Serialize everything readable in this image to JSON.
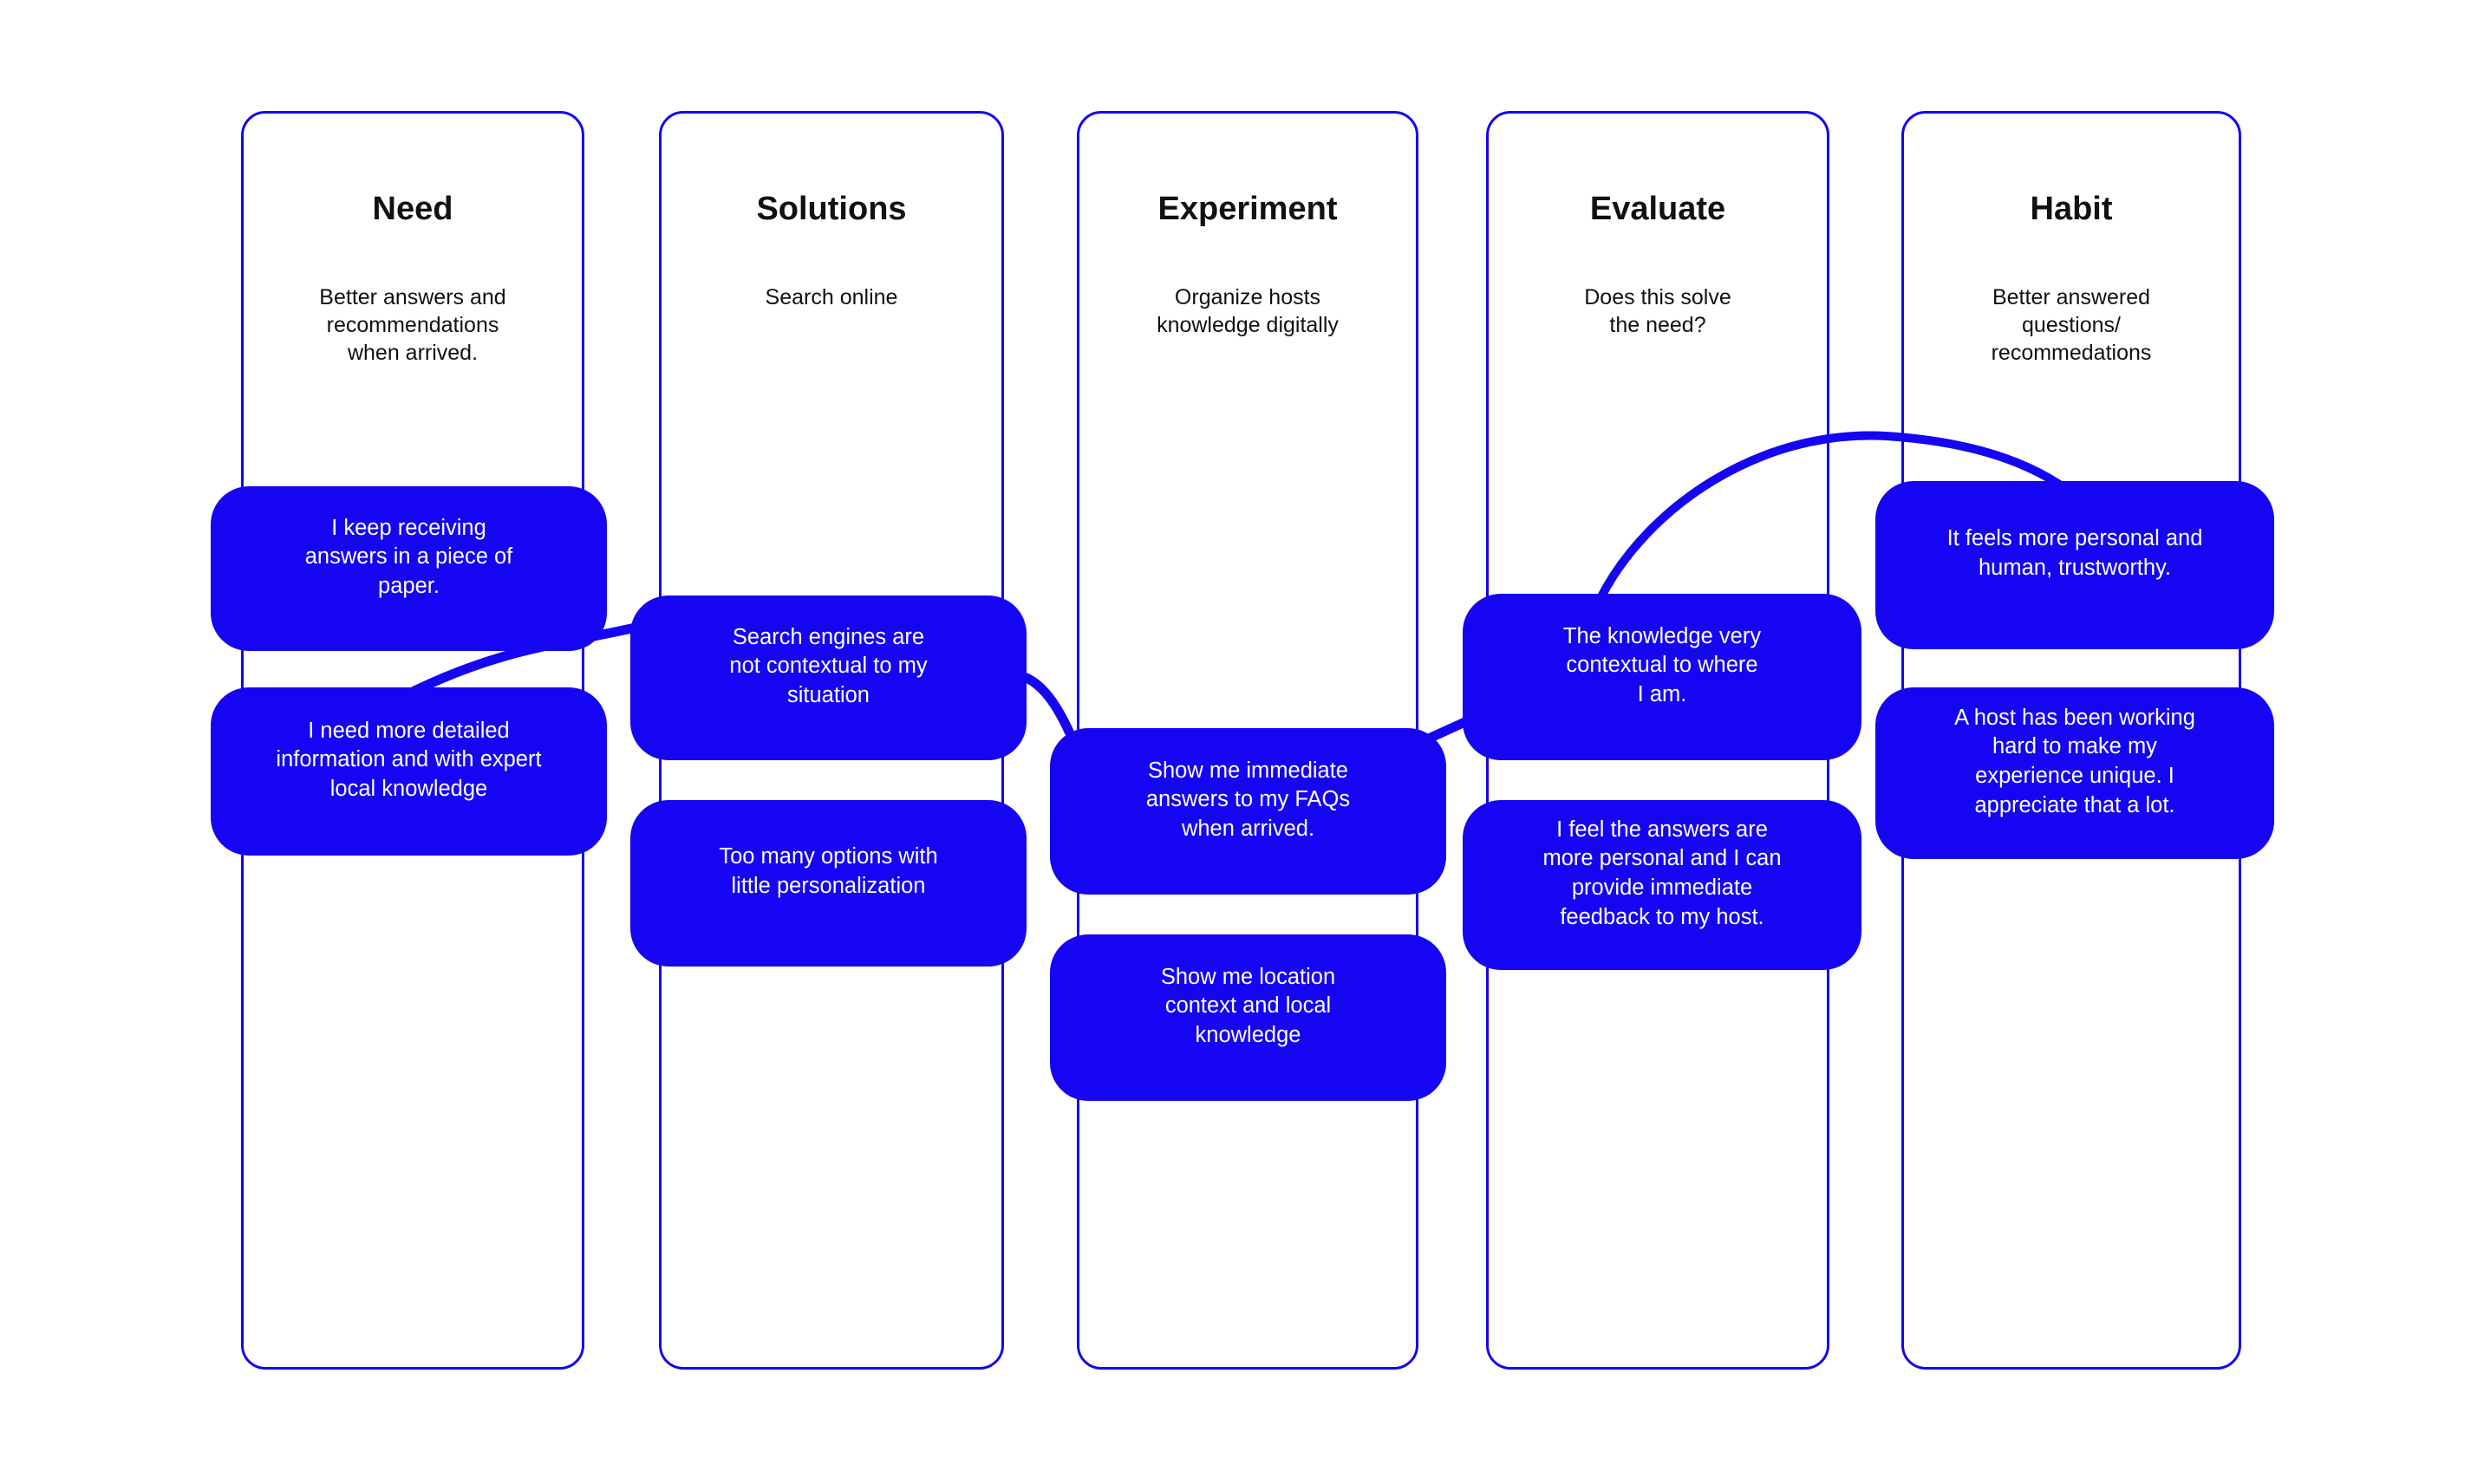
{
  "canvas": {
    "background_color": "#ffffff",
    "accent_blue": "#1505f2",
    "text_on_blue": "#ffffff",
    "text_dark": "#111111"
  },
  "columns": [
    {
      "id": "need",
      "title": "Need",
      "subtitle": "Better answers and\nrecommendations\nwhen arrived.",
      "notes": [
        {
          "text": "I keep receiving\nanswers in a piece of\npaper."
        },
        {
          "text": "I need more detailed\ninformation and with expert\nlocal knowledge"
        }
      ]
    },
    {
      "id": "solutions",
      "title": "Solutions",
      "subtitle": "Search online",
      "notes": [
        {
          "text": "Search engines are\nnot contextual to my\nsituation"
        },
        {
          "text": "Too many options with\nlittle personalization"
        }
      ]
    },
    {
      "id": "experiment",
      "title": "Experiment",
      "subtitle": "Organize hosts\nknowledge digitally",
      "notes": [
        {
          "text": "Show me immediate\nanswers to my FAQs\nwhen arrived."
        },
        {
          "text": "Show me location\ncontext and local\nknowledge"
        }
      ]
    },
    {
      "id": "evaluate",
      "title": "Evaluate",
      "subtitle": "Does this solve\nthe need?",
      "notes": [
        {
          "text": "The knowledge very\ncontextual to where\nI am."
        },
        {
          "text": "I feel the answers are\nmore personal and I can\nprovide immediate\nfeedback to my host."
        }
      ]
    },
    {
      "id": "habit",
      "title": "Habit",
      "subtitle": "Better answered\nquestions/\nrecommedations",
      "notes": [
        {
          "text": "It feels more personal and\nhuman, trustworthy."
        },
        {
          "text": "A host has been working\nhard to make my\nexperience unique. I\nappreciate that a lot."
        }
      ]
    }
  ],
  "connectors": [
    {
      "from": "need-note-2",
      "to": "solutions-note-1"
    },
    {
      "from": "solutions-note-1",
      "to": "experiment-note-1"
    },
    {
      "from": "experiment-note-1",
      "to": "evaluate-note-1"
    },
    {
      "from": "evaluate-note-1",
      "to": "habit-note-1"
    }
  ]
}
